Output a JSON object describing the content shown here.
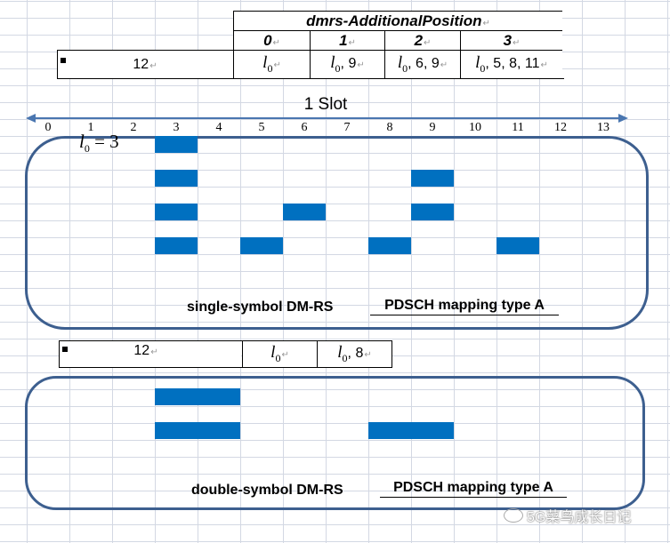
{
  "top_table": {
    "header": "dmrs-AdditionalPosition",
    "columns": [
      "0",
      "1",
      "2",
      "3"
    ],
    "row_label": "12",
    "values": [
      ", 9",
      ", 6, 9",
      ", 5, 8, 11"
    ],
    "l0_symbol": "l",
    "l0_sub": "0"
  },
  "slot": {
    "label": "1 Slot",
    "symbols": [
      "0",
      "1",
      "2",
      "3",
      "4",
      "5",
      "6",
      "7",
      "8",
      "9",
      "10",
      "11",
      "12",
      "13"
    ],
    "l0_eq": "= 3",
    "single_blocks": [
      [
        3
      ],
      [
        3,
        9
      ],
      [
        3,
        6,
        9
      ],
      [
        3,
        5,
        8,
        11
      ]
    ],
    "double_blocks": [
      [
        3
      ],
      [
        3,
        8
      ]
    ]
  },
  "single": {
    "caption": "single-symbol DM-RS",
    "mapping": "PDSCH mapping type A"
  },
  "bottom_table": {
    "row_label": "12",
    "values": [
      "",
      ", 8"
    ]
  },
  "double": {
    "caption": "double-symbol DM-RS",
    "mapping": "PDSCH mapping type A"
  },
  "watermark": "5G菜鸟成长日记",
  "colors": {
    "dmrs_block": "#0070c0",
    "frame": "#3d5f8f",
    "arrow": "#4a76b0"
  }
}
